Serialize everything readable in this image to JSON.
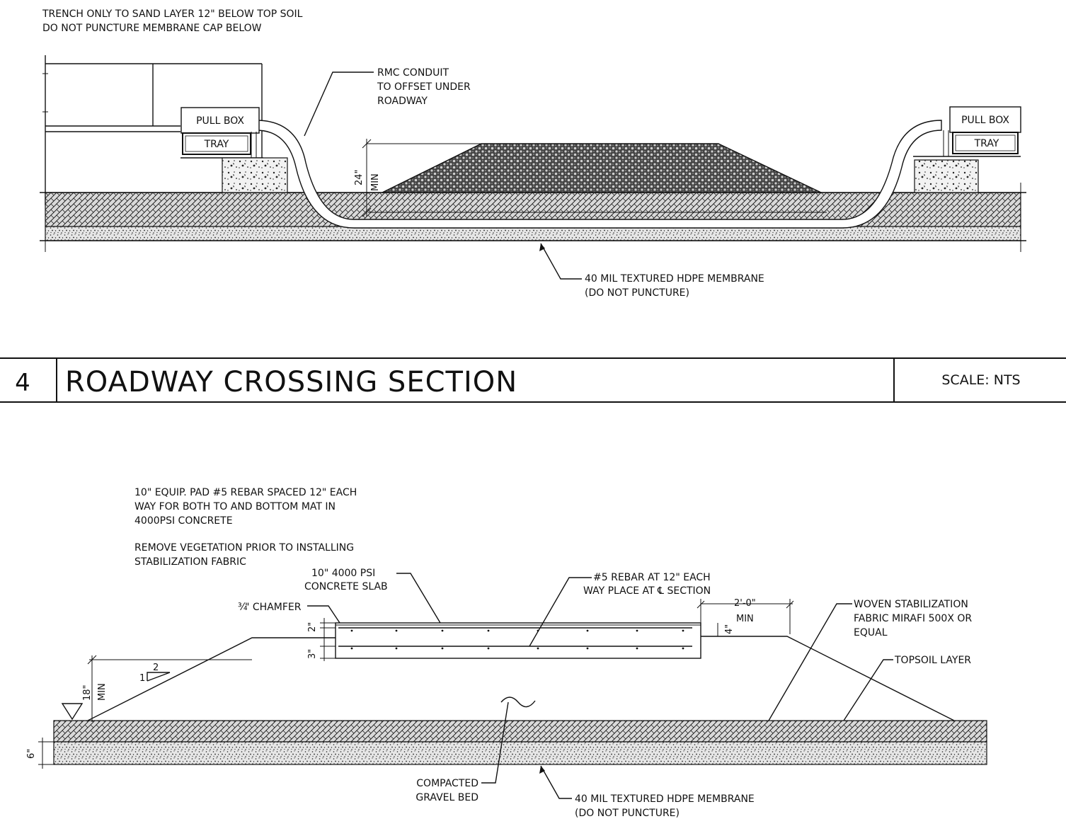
{
  "top_section": {
    "note_line1": "TRENCH ONLY TO SAND LAYER 12\" BELOW TOP SOIL",
    "note_line2": "DO NOT PUNCTURE MEMBRANE CAP BELOW",
    "pull_box_left": "PULL BOX",
    "tray_left": "TRAY",
    "pull_box_right": "PULL BOX",
    "tray_right": "TRAY",
    "conduit_line1": "RMC CONDUIT",
    "conduit_line2": "TO OFFSET UNDER",
    "conduit_line3": "ROADWAY",
    "dim_height": "24\"",
    "dim_min": "MIN",
    "membrane_line1": "40 MIL TEXTURED HDPE MEMBRANE",
    "membrane_line2": "(DO NOT PUNCTURE)"
  },
  "title_bar": {
    "detail_number": "4",
    "title": "ROADWAY CROSSING SECTION",
    "scale": "SCALE: NTS"
  },
  "bottom_section": {
    "pad_note_line1": "10\" EQUIP. PAD #5 REBAR SPACED 12\" EACH",
    "pad_note_line2": "WAY FOR BOTH TO AND BOTTOM MAT IN",
    "pad_note_line3": "4000PSI CONCRETE",
    "veg_note_line1": "REMOVE VEGETATION PRIOR TO INSTALLING",
    "veg_note_line2": "STABILIZATION FABRIC",
    "slab_line1": "10\" 4000 PSI",
    "slab_line2": "CONCRETE SLAB",
    "rebar_line1": "#5 REBAR AT 12\" EACH",
    "rebar_line2": "WAY  PLACE AT ℄ SECTION",
    "chamfer_frac": "¾",
    "chamfer_text": "\" CHAMFER",
    "dim_2in": "2\"",
    "dim_3in": "3\"",
    "dim_4in": "4\"",
    "dim_2ft": "2'-0\"",
    "dim_2ft_min": "MIN",
    "dim_18in": "18\"",
    "dim_18in_min": "MIN",
    "slope_rise": "1",
    "slope_run": "2",
    "dim_6in": "6\"",
    "fabric_line1": "WOVEN STABILIZATION",
    "fabric_line2": "FABRIC MIRAFI 500X OR",
    "fabric_line3": "EQUAL",
    "topsoil": "TOPSOIL LAYER",
    "gravel_line1": "COMPACTED",
    "gravel_line2": "GRAVEL BED",
    "membrane_line1": "40 MIL TEXTURED HDPE MEMBRANE",
    "membrane_line2": "(DO NOT PUNCTURE)"
  }
}
